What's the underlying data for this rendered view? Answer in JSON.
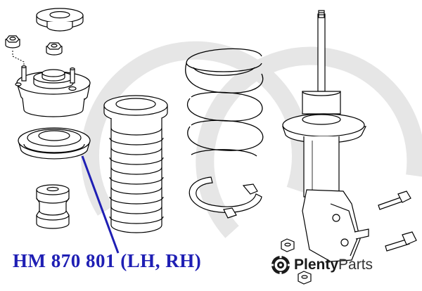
{
  "diagram": {
    "part_code": "HM 870 801 (LH, RH)",
    "accent_color": "#1f1fb4",
    "watermark_color": "#d8d8d8"
  },
  "brand": {
    "name_bold": "Plenty",
    "name_rest": "Parts",
    "logo_icon": "gear-icon"
  }
}
